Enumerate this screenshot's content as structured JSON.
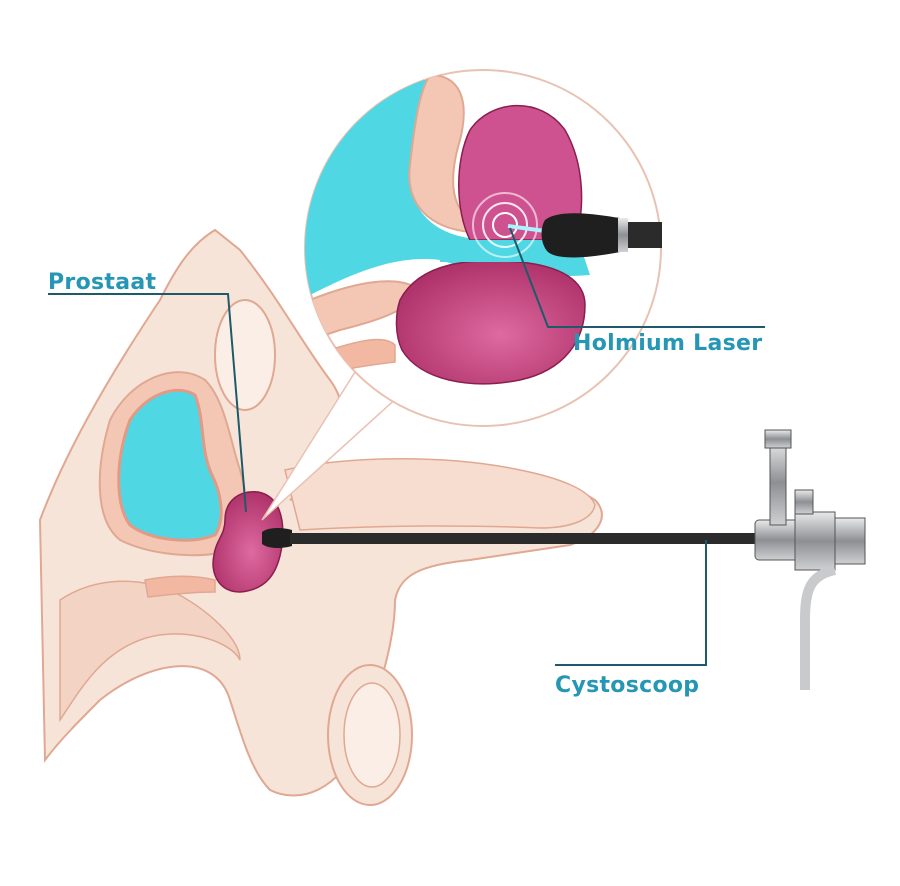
{
  "labels": {
    "prostate": "Prostaat",
    "laser": "Holmium Laser",
    "scope": "Cystoscoop"
  },
  "colors": {
    "label_text": "#2596b4",
    "leader_line": "#1e5a6a",
    "skin": "#f7e4d8",
    "skin_outline": "#e0a892",
    "tissue": "#f3c7b4",
    "bladder": "#4fd8e3",
    "prostate_dark": "#b52f6b",
    "prostate_light": "#d2578f",
    "instrument": "#2b2b2b",
    "steel": "#a8aaad"
  },
  "icons": [
    "laser-ring-icon",
    "cystoscope-icon"
  ]
}
